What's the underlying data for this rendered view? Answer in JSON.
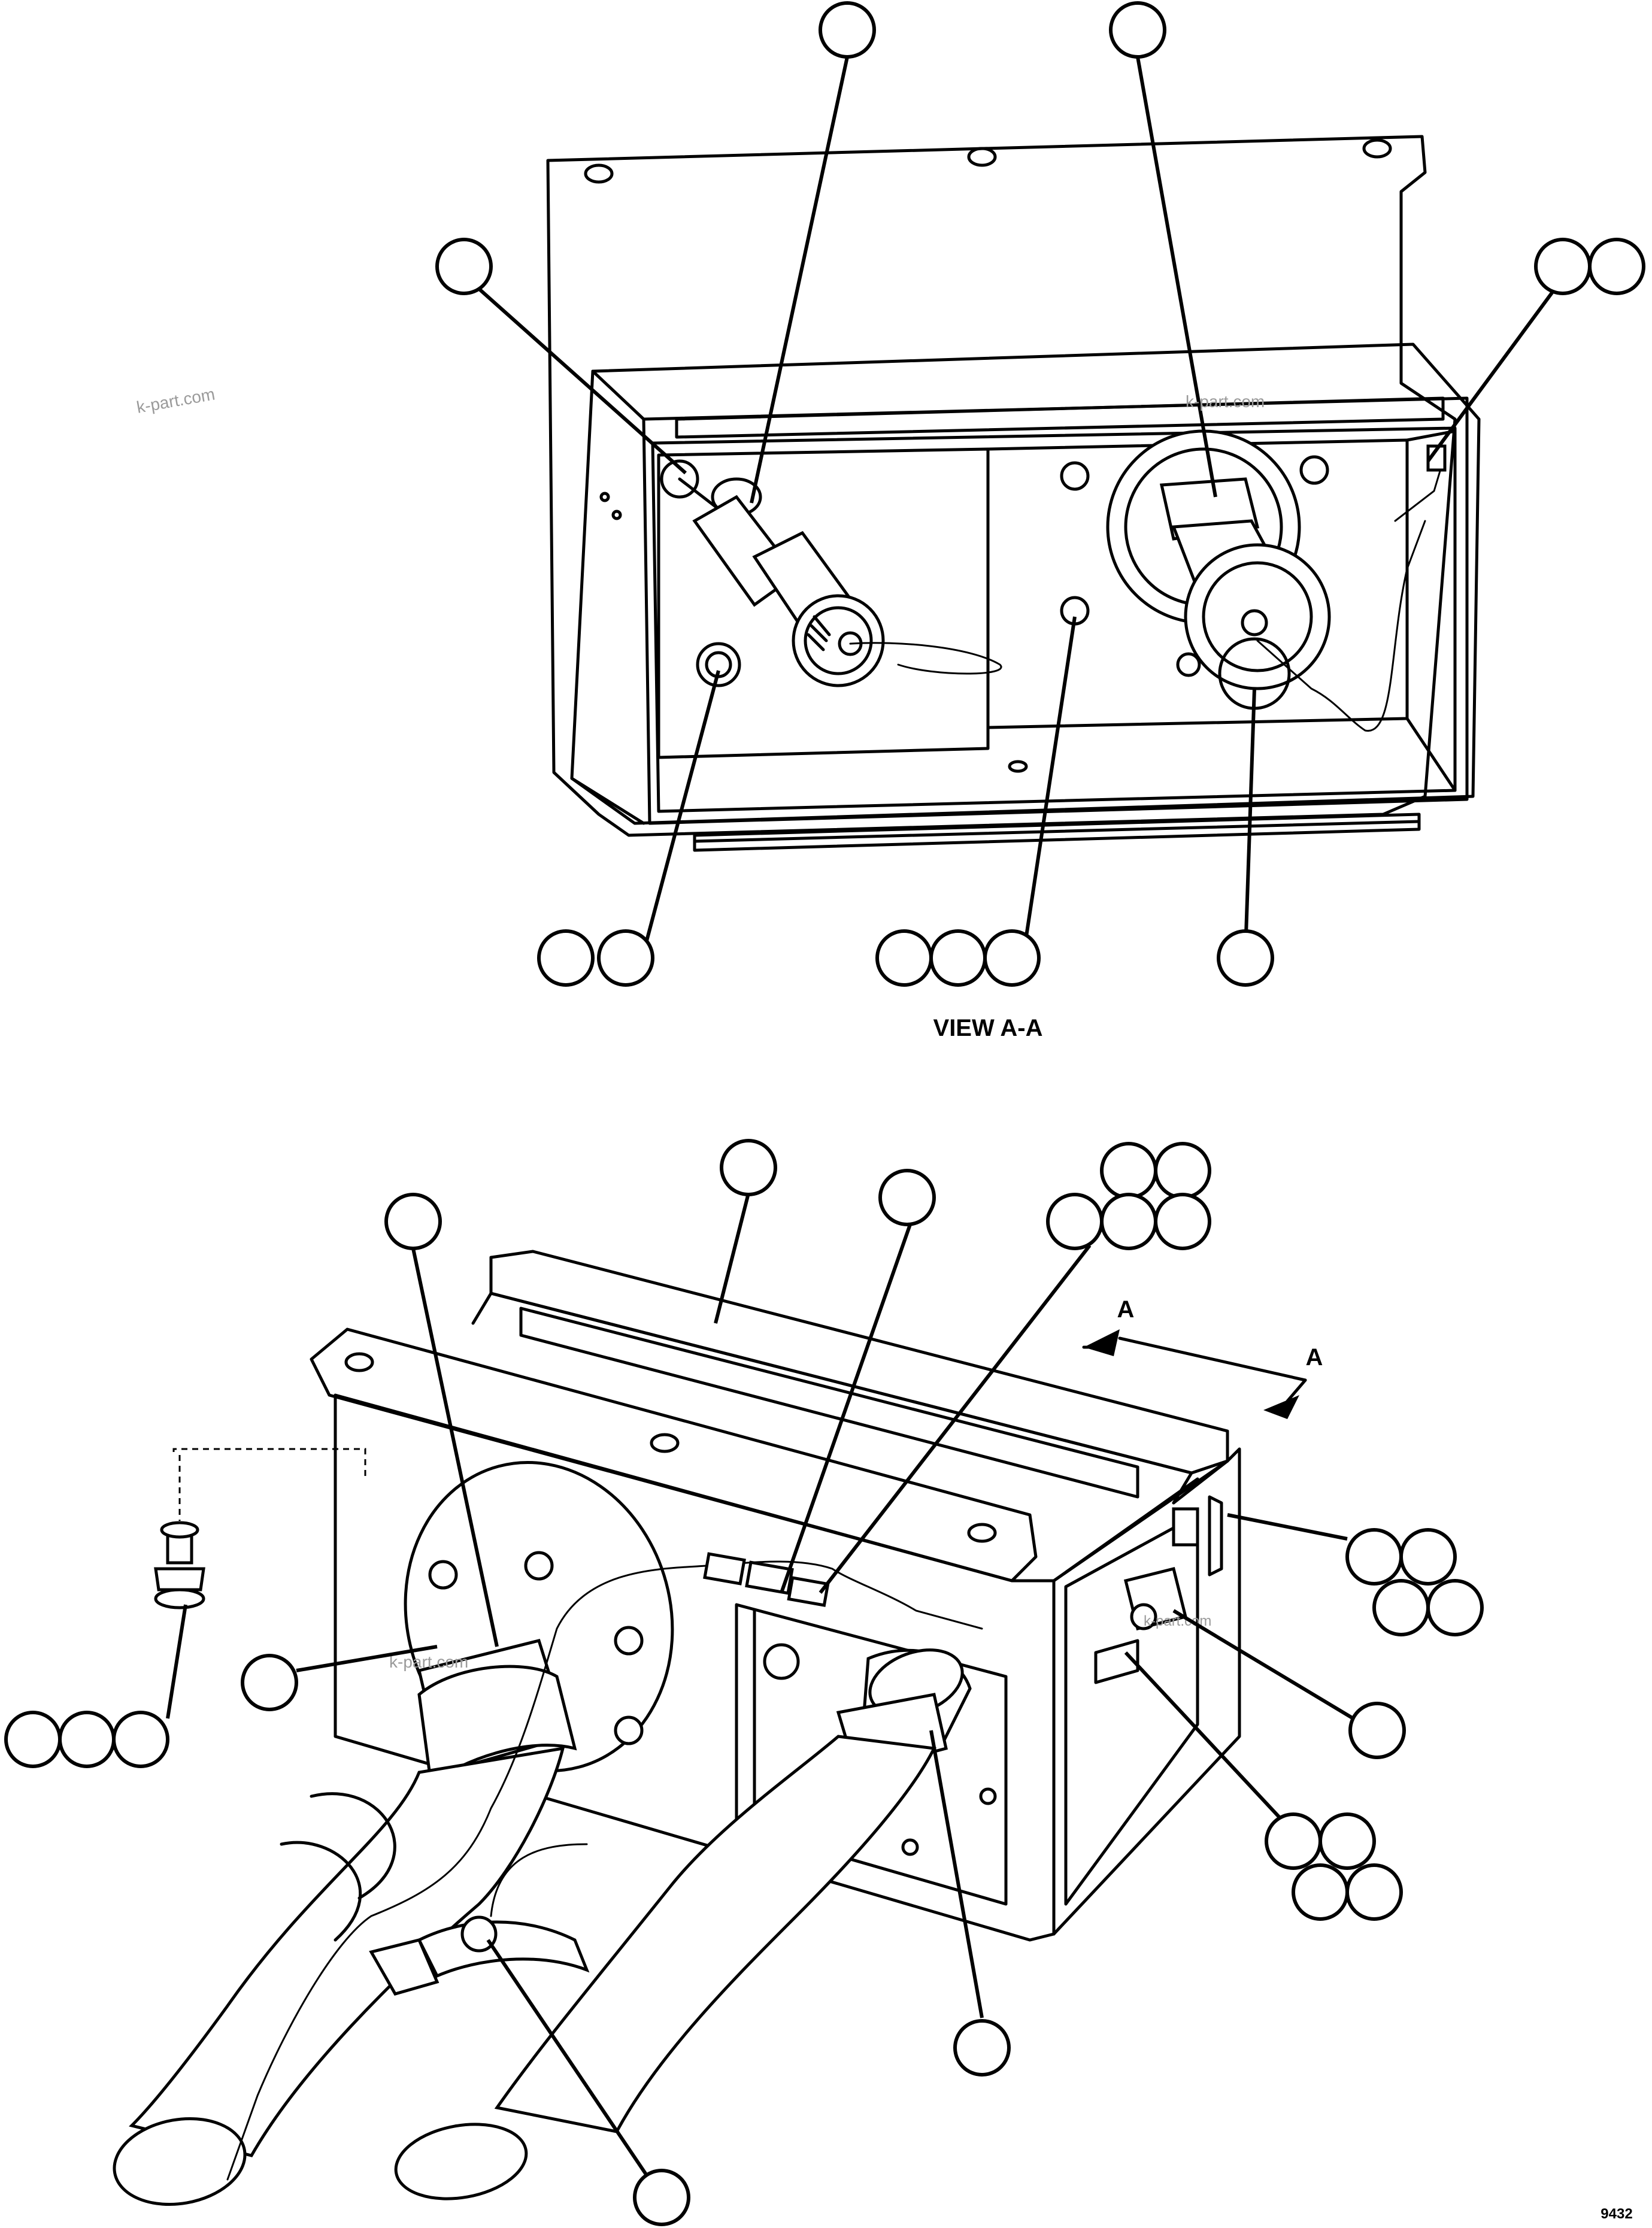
{
  "diagram": {
    "view_label": "VIEW A-A",
    "section_marker_left": "A",
    "section_marker_right": "A",
    "sheet_code": "9432",
    "watermark": "k-part.com",
    "callout_balloons": "empty (no item numbers printed)"
  }
}
